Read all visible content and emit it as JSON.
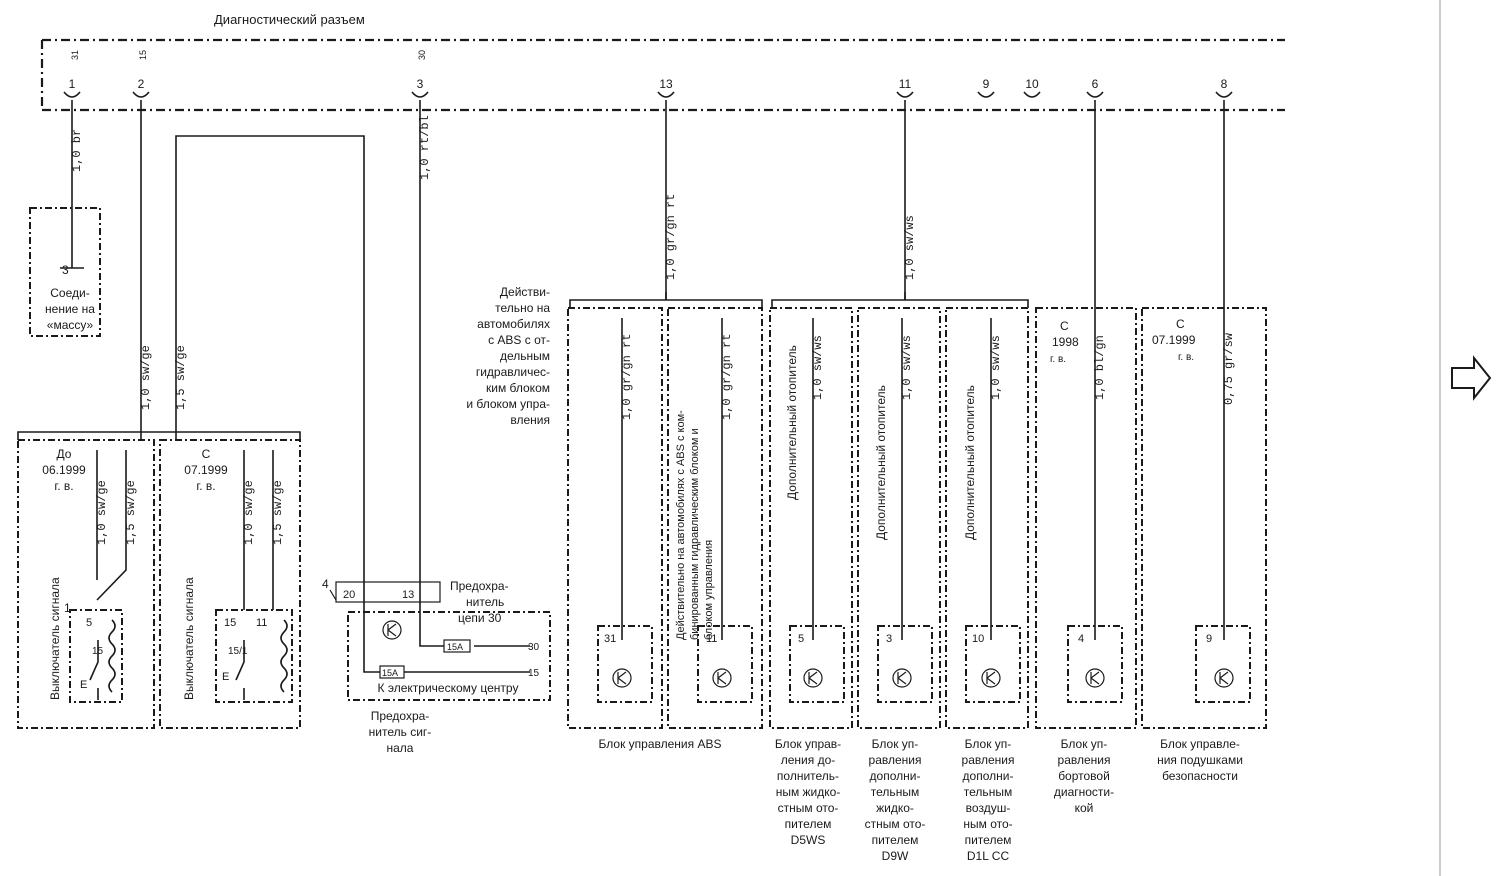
{
  "connector": {
    "title": "Диагностический разъем",
    "pin_labels": [
      "1",
      "2",
      "3",
      "13",
      "11",
      "9",
      "10",
      "6",
      "8"
    ],
    "top_numbers": [
      "31",
      "15",
      "30"
    ]
  },
  "wires": {
    "ground": "1,0 br",
    "pin2_a": "1,0 sw/ge",
    "pin2_b": "1,5 sw/ge",
    "pin3": "1,0 rt/bl",
    "pin13": "1,0 gr/gn rt",
    "pin11": "1,0 sw/ws",
    "abs_a": "1,0 gr/gn rt",
    "abs_b": "1,0 gr/gn rt",
    "d5ws": "1,0 sw/ws",
    "d9w": "1,0 sw/ws",
    "d1l": "1,0 sw/ws",
    "obd": "1,0 bl/gn",
    "airbag": "0,75 gr/sw",
    "sw1_a": "1,0 sw/ge",
    "sw1_b": "1,5 sw/ge",
    "sw2_a": "1,0 sw/ge",
    "sw2_b": "1,5 sw/ge"
  },
  "ground": {
    "pin": "3",
    "label_lines": [
      "Соеди-",
      "нение на",
      "«массу»"
    ]
  },
  "switch1": {
    "date_lines": [
      "До",
      "06.1999",
      "г. в."
    ],
    "name": "Выключатель сигнала",
    "index": "1",
    "pins": [
      "5",
      "15"
    ],
    "contact": "E"
  },
  "switch2": {
    "date_lines": [
      "С",
      "07.1999",
      "г. в."
    ],
    "name": "Выключатель сигнала",
    "pins": [
      "15",
      "11",
      "15/1"
    ],
    "contact": "E"
  },
  "fusebox": {
    "index": "4",
    "pins": [
      "20",
      "13"
    ],
    "fuse_circuit_lines": [
      "Предохра-",
      "нитель",
      "цепи 30"
    ],
    "fuse1": "15A",
    "fuse2": "15A",
    "line_30": "30",
    "line_15": "15",
    "center_label": "К электрическому центру",
    "signal_fuse_lines": [
      "Предохра-",
      "нитель сиг-",
      "нала"
    ]
  },
  "abs": {
    "note_lines": [
      "Действи-",
      "тельно на",
      "автомобилях",
      "с ABS с от-",
      "дельным",
      "гидравличес-",
      "ким блоком",
      "и блоком упра-",
      "вления"
    ],
    "combined_note_lines": [
      "Действительно на автомобилях с ABS с ком-",
      "бинированным гидравлическим блоком и",
      "блоком управления"
    ],
    "pin_a": "31",
    "pin_b": "11",
    "label": "Блок управления ABS"
  },
  "heaters": [
    {
      "vertical": "Дополнительный отопитель",
      "pin": "5",
      "label_lines": [
        "Блок управ-",
        "ления до-",
        "полнитель-",
        "ным жидко-",
        "стным ото-",
        "пителем",
        "D5WS"
      ]
    },
    {
      "vertical": "Дополнительный отопитель",
      "pin": "3",
      "label_lines": [
        "Блок уп-",
        "равления",
        "дополни-",
        "тельным",
        "жидко-",
        "стным ото-",
        "пителем",
        "D9W"
      ]
    },
    {
      "vertical": "Дополнительный отопитель",
      "pin": "10",
      "label_lines": [
        "Блок уп-",
        "равления",
        "дополни-",
        "тельным",
        "воздуш-",
        "ным ото-",
        "пителем",
        "D1L CC"
      ]
    }
  ],
  "obd": {
    "date_lines": [
      "С",
      "1998",
      "г. в."
    ],
    "pin": "4",
    "label_lines": [
      "Блок уп-",
      "равления",
      "бортовой",
      "диагности-",
      "кой"
    ]
  },
  "airbag": {
    "date_lines": [
      "С",
      "07.1999",
      "г. в."
    ],
    "pin": "9",
    "label_lines": [
      "Блок управле-",
      "ния подушками",
      "безопасности"
    ]
  },
  "nav": {
    "icon": "right-arrow-icon"
  }
}
